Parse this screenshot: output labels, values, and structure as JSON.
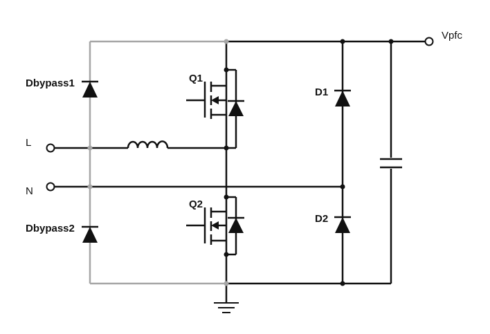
{
  "colors": {
    "wire": "#111111",
    "bypass_wire": "#a6a6a6",
    "background": "#ffffff"
  },
  "labels": {
    "vpfc": "Vpfc",
    "l": "L",
    "n": "N",
    "q1": "Q1",
    "q2": "Q2",
    "d1": "D1",
    "d2": "D2",
    "dbypass1": "Dbypass1",
    "dbypass2": "Dbypass2"
  },
  "components": {
    "mosfets": [
      "Q1",
      "Q2"
    ],
    "diodes": [
      "D1",
      "D2",
      "Dbypass1",
      "Dbypass2"
    ],
    "inductor": "inductor",
    "capacitor": "capacitor",
    "ground": "ground"
  }
}
